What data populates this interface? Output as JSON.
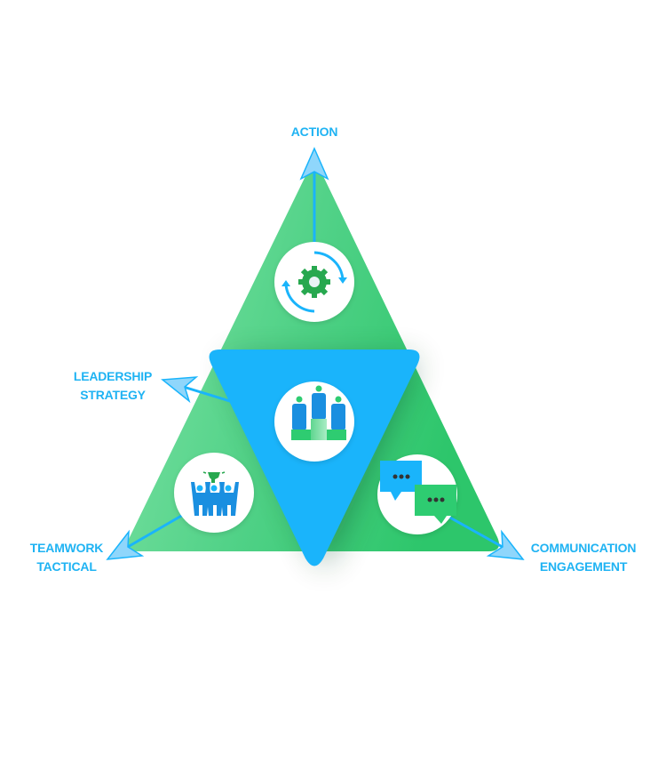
{
  "labels": {
    "top": [
      "ACTION"
    ],
    "upper_left": [
      "LEADERSHIP",
      "STRATEGY"
    ],
    "lower_left": [
      "TEAMWORK",
      "TACTICAL"
    ],
    "lower_right": [
      "COMMUNICATION",
      "ENGAGEMENT"
    ]
  },
  "icons": [
    "gear-cycle-icon",
    "podium-icon",
    "team-trophy-icon",
    "chat-bubbles-icon"
  ],
  "colors": {
    "green": "#3fcf78",
    "blue": "#1ab4fb",
    "label": "#1fb3f3"
  }
}
